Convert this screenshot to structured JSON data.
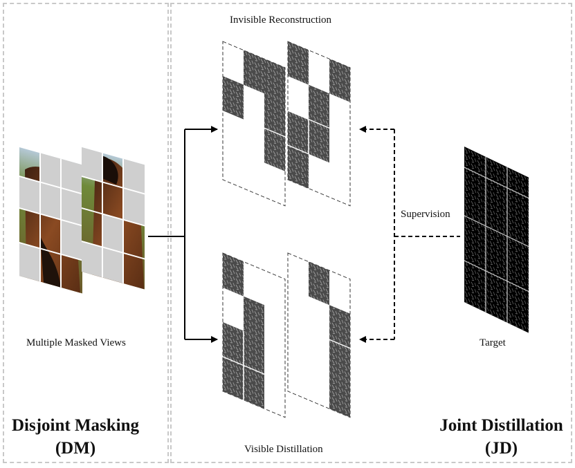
{
  "left_panel": {
    "caption": "Multiple Masked Views",
    "title_line1": "Disjoint Masking",
    "title_line2": "(DM)"
  },
  "right_panel": {
    "title_line1": "Joint Distillation",
    "title_line2": "(JD)"
  },
  "labels": {
    "invisible_reconstruction": "Invisible Reconstruction",
    "visible_distillation": "Visible Distillation",
    "supervision": "Supervision",
    "target": "Target"
  },
  "colors": {
    "panel_border": "#c8c8c8",
    "mask_gray": "#cfcfcf",
    "feature_dark": "#4a4a4a",
    "target_black": "#000000",
    "horse_brown": "#7a3f1d",
    "grass_green": "#6f8a3a"
  }
}
